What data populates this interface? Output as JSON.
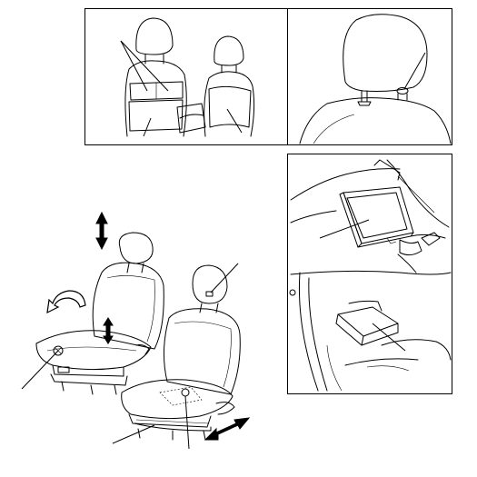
{
  "figure": {
    "panels": [
      "seatback-pockets",
      "headrest-hook",
      "glove-and-under-seat-trays",
      "adjustable-seats"
    ],
    "icons": [
      "up-down-arrow-icon",
      "rotate-arrow-icon",
      "fore-aft-arrow-icon",
      "height-arrow-icon"
    ]
  }
}
